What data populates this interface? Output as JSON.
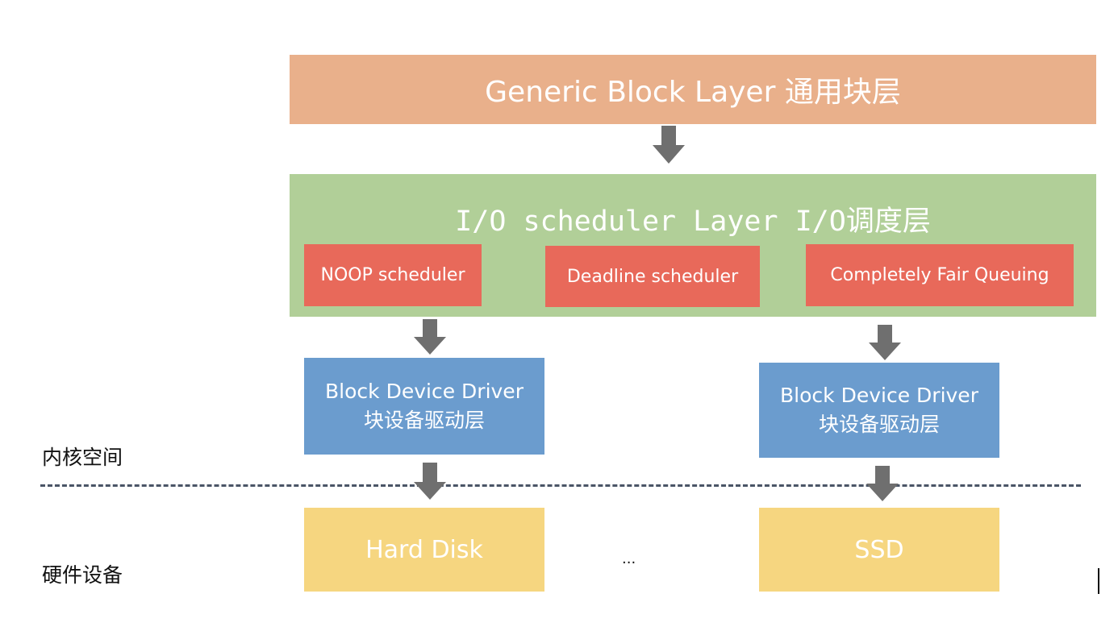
{
  "generic_block_layer": {
    "label": "Generic Block Layer 通用块层",
    "color": "#E9B08B"
  },
  "io_scheduler_layer": {
    "label": "I/O scheduler Layer I/O调度层",
    "color": "#B1CF98",
    "schedulers": [
      {
        "label": "NOOP scheduler"
      },
      {
        "label": "Deadline scheduler"
      },
      {
        "label": "Completely Fair Queuing"
      }
    ],
    "scheduler_color": "#E8695A"
  },
  "block_device_drivers": {
    "color": "#6B9CCE",
    "items": [
      {
        "line1": "Block Device Driver",
        "line2": "块设备驱动层"
      },
      {
        "line1": "Block Device Driver",
        "line2": "块设备驱动层"
      }
    ]
  },
  "devices": {
    "color": "#F6D680",
    "items": [
      {
        "label": "Hard Disk"
      },
      {
        "label": "SSD"
      }
    ],
    "ellipsis": "..."
  },
  "regions": {
    "kernel_space": "内核空间",
    "hardware": "硬件设备"
  },
  "arrow_color": "#6F6F6F",
  "divider_color": "#4A5566"
}
